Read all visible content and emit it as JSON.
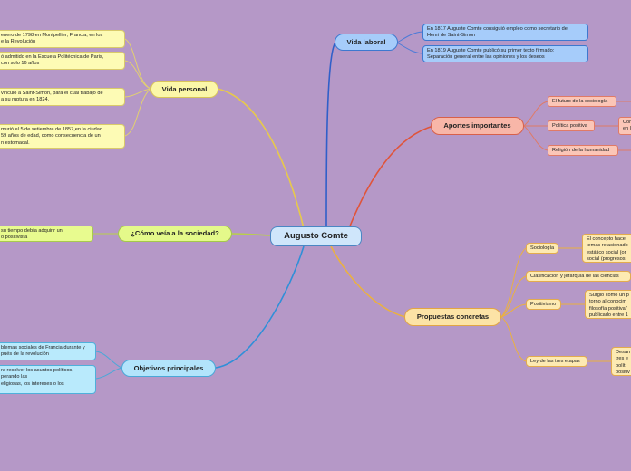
{
  "central": "Augusto Comte",
  "vida_personal": {
    "title": "Vida personal",
    "items": [
      "enero de 1798 en Montpellier, Francia, en los\ne la Revolución",
      "ó admitido en la Escuela Politécnica de Paris,\ncon solo 16 años",
      "vinculó a Saint-Simon, para el cual trabajó de\na su ruptura en 1824.",
      "murió el 5 de setiembre de 1857,en la ciudad\n59 años de edad, como consecuencia de un\nn estomacal."
    ]
  },
  "vida_laboral": {
    "title": "Vida laboral",
    "items": [
      "En 1817 Auguste Comte consiguió empleo como secretario de\nHenri de Saint-Simon",
      "En 1819 Auguste Comte publicó su primer texto firmado:\nSeparación general entre las opiniones y los deseos"
    ]
  },
  "aportes": {
    "title": "Aportes importantes",
    "items": [
      "El futuro de la sociología",
      "Política positiva",
      "Religión de la humanidad"
    ],
    "sub": "Con\nen l"
  },
  "sociedad": {
    "title": "¿Cómo veía a la sociedad?",
    "items": [
      "su tiempo debía adquirir un\no positivista"
    ]
  },
  "propuestas": {
    "title": "Propuestas concretas",
    "items": [
      "Sociología",
      "Clasificación y jerarquía de las ciencias",
      "Positivismo",
      "Ley de las tres etapas"
    ],
    "details": [
      "El concepto hace\ntemas relacionado\nestático social (or\nsocial (progresos",
      "Surgió como un p\ntorno al conocim\nfilosofía positiva\"\npublicado entre 1",
      "Desarr\ntres e\npolíti\npositiv"
    ]
  },
  "objetivos": {
    "title": "Objetivos principales",
    "items": [
      "blemas sociales de Francia durante y\npués de la revolución",
      "ra resolver los asuntos políticos,\nperando las\neligiosas, los intereses o los"
    ]
  },
  "colors": {
    "background": "#b598c7",
    "vida_personal": "#e7c94b",
    "vida_laboral": "#2f5fc9",
    "aportes": "#e0543a",
    "sociedad": "#b9cf4a",
    "propuestas": "#ebb13f",
    "objetivos": "#2f8fd8"
  }
}
